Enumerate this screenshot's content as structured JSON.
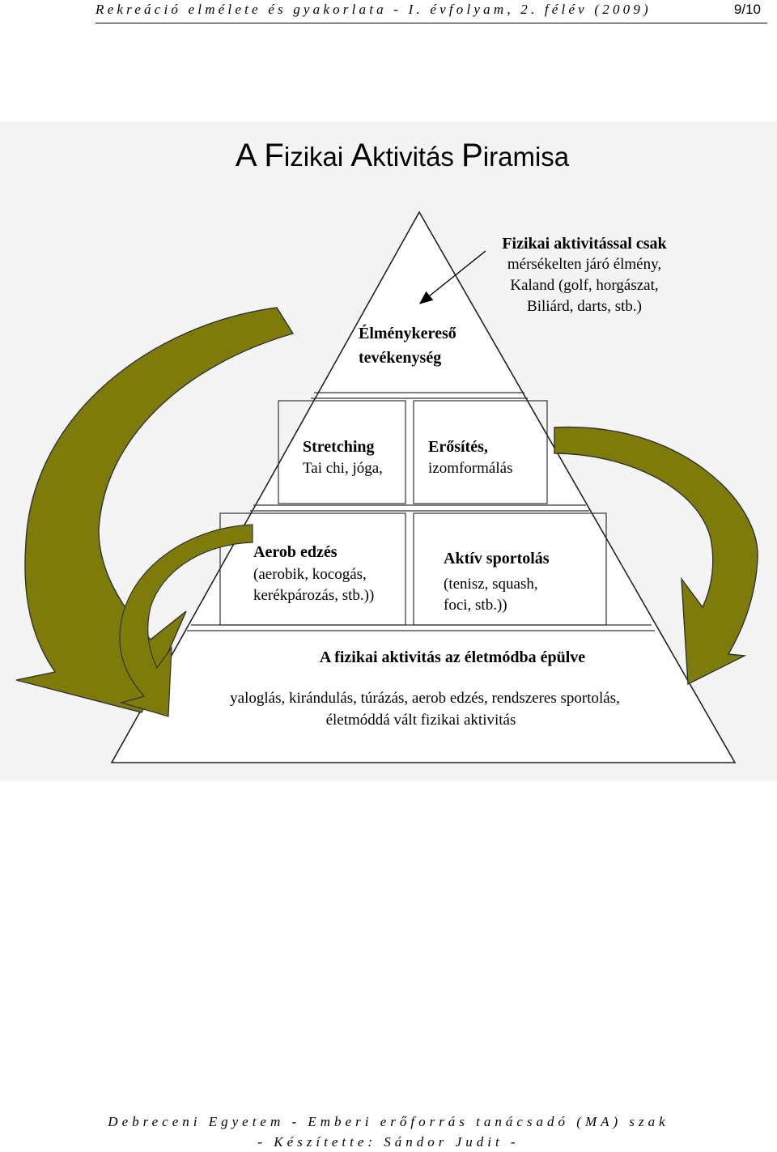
{
  "header": {
    "title": "Rekreáció elmélete és gyakorlata - I. évfolyam, 2. félév (2009)",
    "page": "9/10"
  },
  "figure": {
    "title_parts": [
      {
        "text": "A ",
        "big": true
      },
      {
        "text": "F",
        "big": true
      },
      {
        "text": "izikai ",
        "big": false
      },
      {
        "text": "A",
        "big": true
      },
      {
        "text": "ktivitás ",
        "big": false
      },
      {
        "text": "P",
        "big": true
      },
      {
        "text": "iramisa",
        "big": false
      }
    ],
    "arrow_color": "#7d7b0a",
    "callout": {
      "lines": [
        "Fizikai aktivitással csak",
        "mérsékelten járó élmény,",
        "Kaland (golf, horgászat,",
        "Biliárd, darts, stb.)"
      ]
    },
    "top": {
      "lines": [
        "Élménykereső",
        "tevékenység"
      ]
    },
    "stretching": {
      "title": "Stretching",
      "text": "Tai chi, jóga,"
    },
    "strength": {
      "title": "Erősítés,",
      "text": "izomformálás"
    },
    "aerob": {
      "title": "Aerob edzés",
      "lines": [
        "(aerobik, kocogás,",
        "kerékpározás, stb.))"
      ]
    },
    "sport": {
      "title": "Aktív sportolás",
      "lines": [
        "(tenisz, squash,",
        "foci, stb.))"
      ]
    },
    "base": {
      "title": "A fizikai aktivitás az életmódba épülve",
      "lines": [
        "yaloglás, kirándulás, túrázás, aerob edzés, rendszeres sportolás,",
        "életmóddá vált fizikai aktivitás"
      ]
    }
  },
  "footer": {
    "line1": "Debreceni Egyetem - Emberi erőforrás tanácsadó (MA) szak",
    "line2": "- Készítette: Sándor Judit -"
  }
}
